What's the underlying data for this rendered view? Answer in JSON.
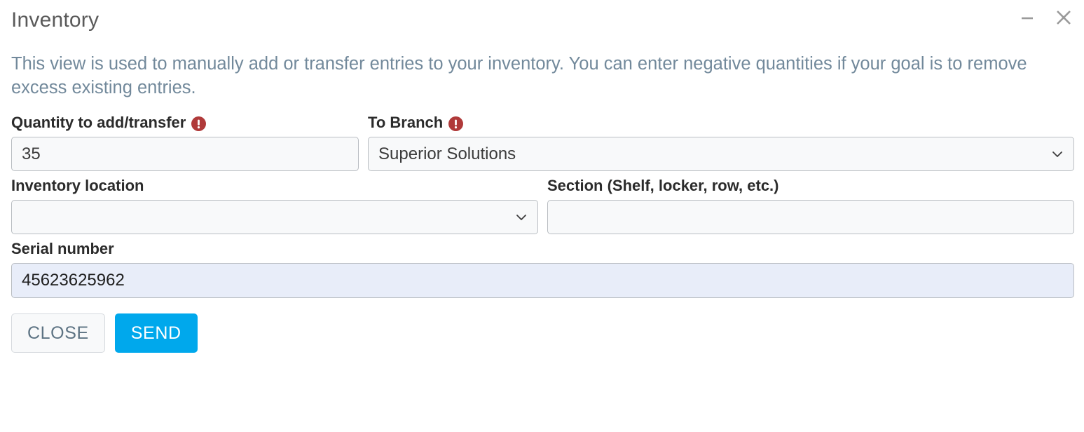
{
  "window": {
    "title": "Inventory",
    "minimize_icon": "minimize-icon",
    "close_icon": "close-icon"
  },
  "description": "This view is used to manually add or transfer entries to your inventory. You can enter negative quantities if your goal is to remove excess existing entries.",
  "form": {
    "quantity": {
      "label": "Quantity to add/transfer",
      "required": true,
      "value": "35",
      "placeholder": ""
    },
    "to_branch": {
      "label": "To Branch",
      "required": true,
      "value": "Superior Solutions",
      "options": [
        "Superior Solutions"
      ]
    },
    "inventory_location": {
      "label": "Inventory location",
      "required": false,
      "value": "",
      "options": []
    },
    "section": {
      "label": "Section (Shelf, locker, row, etc.)",
      "required": false,
      "value": "",
      "placeholder": ""
    },
    "serial_number": {
      "label": "Serial number",
      "required": false,
      "value": "45623625962",
      "placeholder": ""
    }
  },
  "buttons": {
    "close": "CLOSE",
    "send": "SEND"
  },
  "colors": {
    "accent": "#00a8ec",
    "required": "#b03a3a",
    "description_text": "#72899b",
    "autofill_background": "#e8edf9",
    "field_background": "#f8f9fa",
    "field_border": "#b9bdc2"
  }
}
